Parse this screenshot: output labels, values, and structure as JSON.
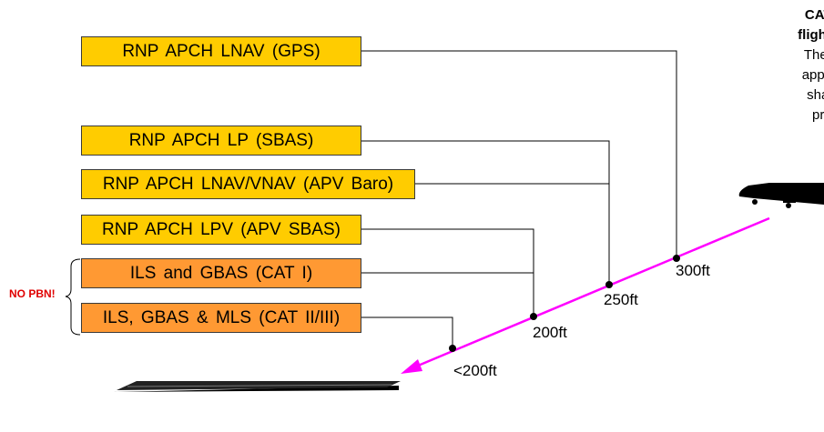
{
  "approaches": [
    {
      "label": "RNP APCH  LNAV  (GPS)",
      "minimum": "300ft",
      "category": "pbn",
      "color": "#ffcc00"
    },
    {
      "label": "RNP APCH  LP (SBAS)",
      "minimum": "250ft",
      "category": "pbn",
      "color": "#ffcc00"
    },
    {
      "label": "RNP APCH  LNAV/VNAV  (APV  Baro)",
      "minimum": "250ft",
      "category": "pbn",
      "color": "#ffcc00"
    },
    {
      "label": "RNP APCH  LPV  (APV  SBAS)",
      "minimum": "200ft",
      "category": "pbn",
      "color": "#ffcc00"
    },
    {
      "label": "ILS  and  GBAS  (CAT  I)",
      "minimum": "200ft",
      "category": "non-pbn",
      "color": "#ff9933"
    },
    {
      "label": "ILS,  GBAS & MLS  (CAT  II/III)",
      "minimum": "<200ft",
      "category": "non-pbn",
      "color": "#ff9933"
    }
  ],
  "minima_labels": {
    "m300": "300ft",
    "m250": "250ft",
    "m200": "200ft",
    "mlt200": "<200ft"
  },
  "no_pbn_label": "NO PBN!",
  "side_note": {
    "title": "CAT.OP.",
    "subtitle": "flight tech",
    "lines": [
      "The cont",
      "approach",
      "shall be",
      "precis"
    ]
  },
  "colors": {
    "glide_path": "#ff00ff",
    "pbn_box": "#ffcc00",
    "non_pbn_box": "#ff9933",
    "no_pbn_text": "#e00000"
  }
}
